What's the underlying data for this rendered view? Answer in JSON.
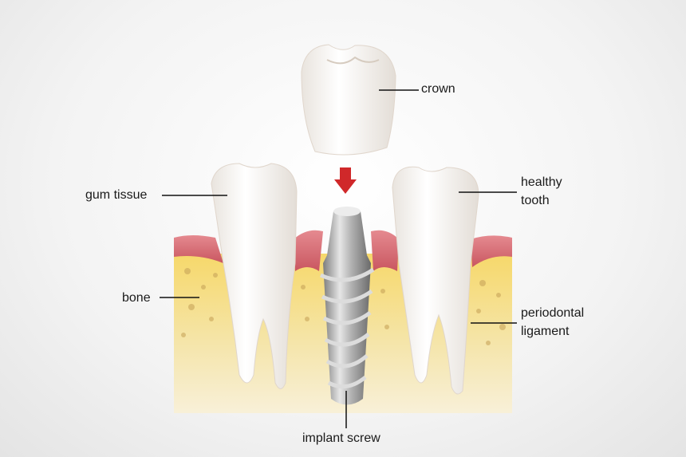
{
  "labels": {
    "crown": "crown",
    "gum_tissue": "gum tissue",
    "healthy_tooth_1": "healthy",
    "healthy_tooth_2": "tooth",
    "bone": "bone",
    "periodontal_1": "periodontal",
    "periodontal_2": "ligament",
    "implant_screw": "implant screw"
  },
  "colors": {
    "gum": "#d9737a",
    "bone": "#f5e3a0",
    "arrow": "#d0282a",
    "implant": "#a9a9a9",
    "tooth": "#f7f3ef"
  }
}
